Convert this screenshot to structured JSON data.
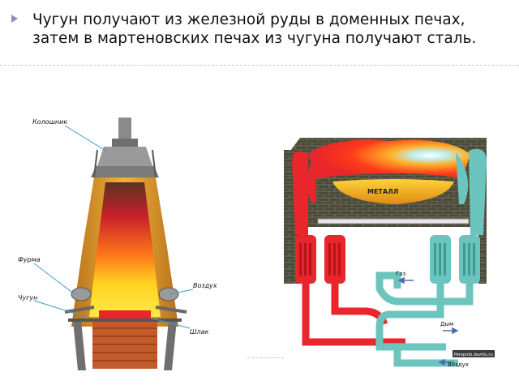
{
  "slide": {
    "bullet_text": "Чугун получают из железной руды в доменных печах, затем в мартеновских печах из чугуна получают сталь."
  },
  "blast_furnace": {
    "labels": {
      "koloshnik": "Колошник",
      "furma": "Фурма",
      "chugun": "Чугун",
      "vozdukh": "Воздух",
      "shlak": "Шлак"
    }
  },
  "open_hearth": {
    "labels": {
      "metall": "МЕТАЛЛ",
      "gaz": "Газ",
      "dym": "Дым",
      "vozdukh": "Воздух",
      "watermark": "Pereprob.davidu.ru"
    }
  },
  "colors": {
    "accent_bullet": "#8b8fb3",
    "hot_red": "#e8262b",
    "cool_teal": "#6cc4bf",
    "brick": "#4a4a3c",
    "furnace_shell": "#e0a02a"
  }
}
